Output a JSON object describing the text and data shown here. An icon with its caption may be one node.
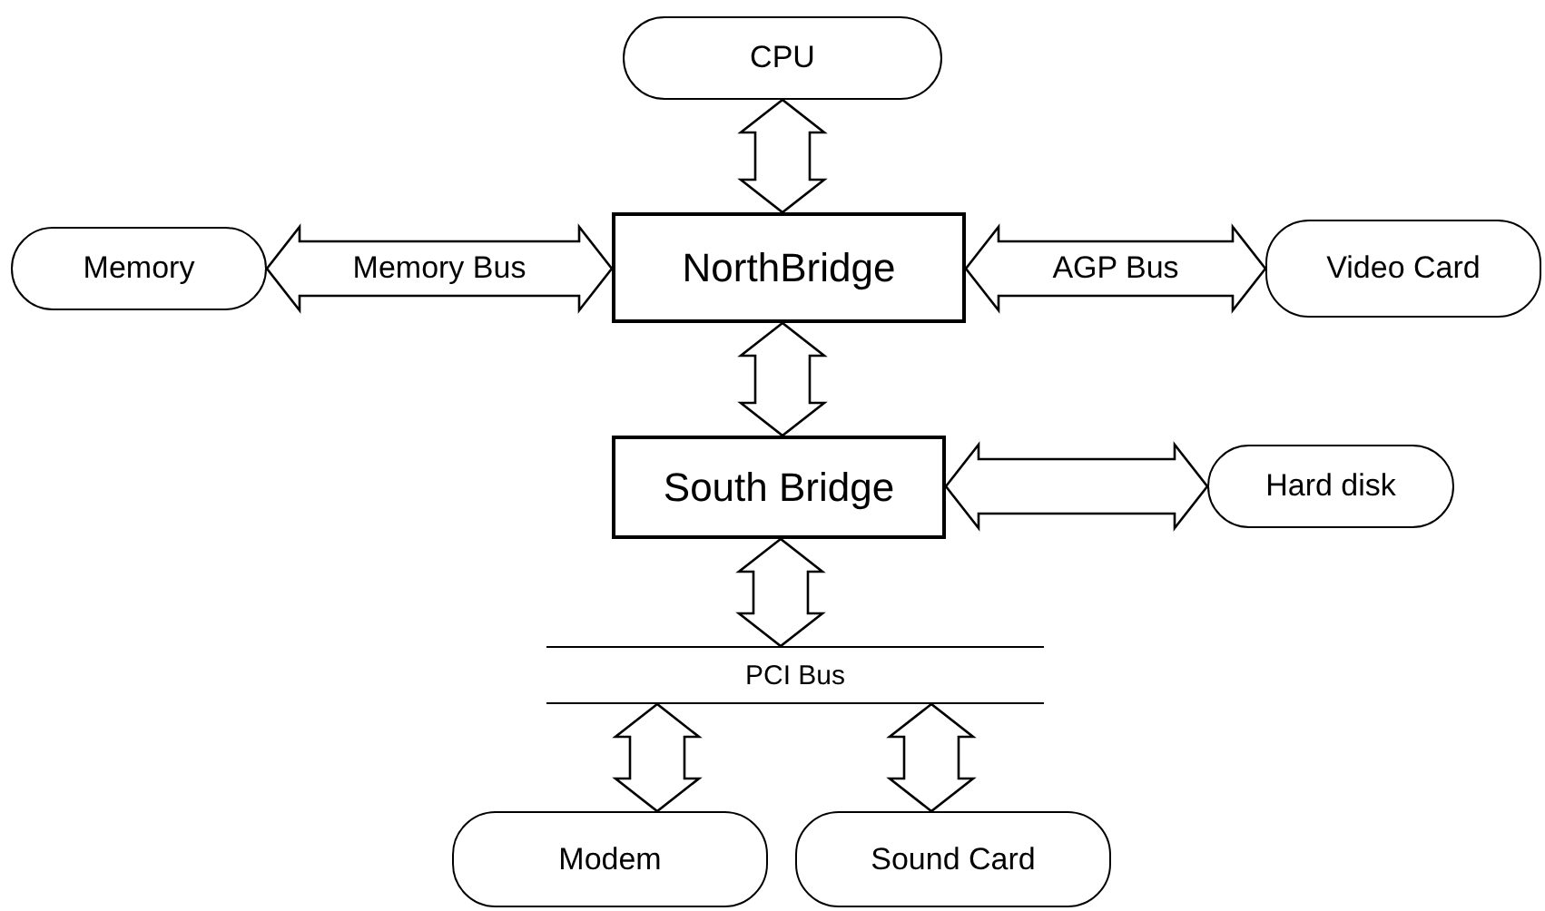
{
  "diagram": {
    "nodes": [
      {
        "text": [
          "CPU"
        ]
      },
      {
        "text": [
          "Memory"
        ]
      },
      {
        "text": [
          "NorthBridge"
        ]
      },
      {
        "text": [
          "Video Card"
        ]
      },
      {
        "text": [
          "South Bridge"
        ]
      },
      {
        "text": [
          "Hard disk"
        ]
      },
      {
        "text": [
          "PCI Bus"
        ]
      },
      {
        "text": [
          "Modem"
        ]
      },
      {
        "text": [
          "Sound Card"
        ]
      }
    ],
    "edges": [
      {
        "from": 0,
        "to": 2,
        "arrow": "both"
      },
      {
        "from": 1,
        "to": 2,
        "arrow": "both",
        "label": "Memory Bus"
      },
      {
        "from": 2,
        "to": 3,
        "arrow": "both",
        "label": "AGP Bus"
      },
      {
        "from": 2,
        "to": 4,
        "arrow": "both"
      },
      {
        "from": 4,
        "to": 5,
        "arrow": "both"
      },
      {
        "from": 4,
        "to": 6,
        "arrow": "both"
      },
      {
        "from": 6,
        "to": 7,
        "arrow": "both"
      },
      {
        "from": 6,
        "to": 8,
        "arrow": "both"
      }
    ]
  }
}
